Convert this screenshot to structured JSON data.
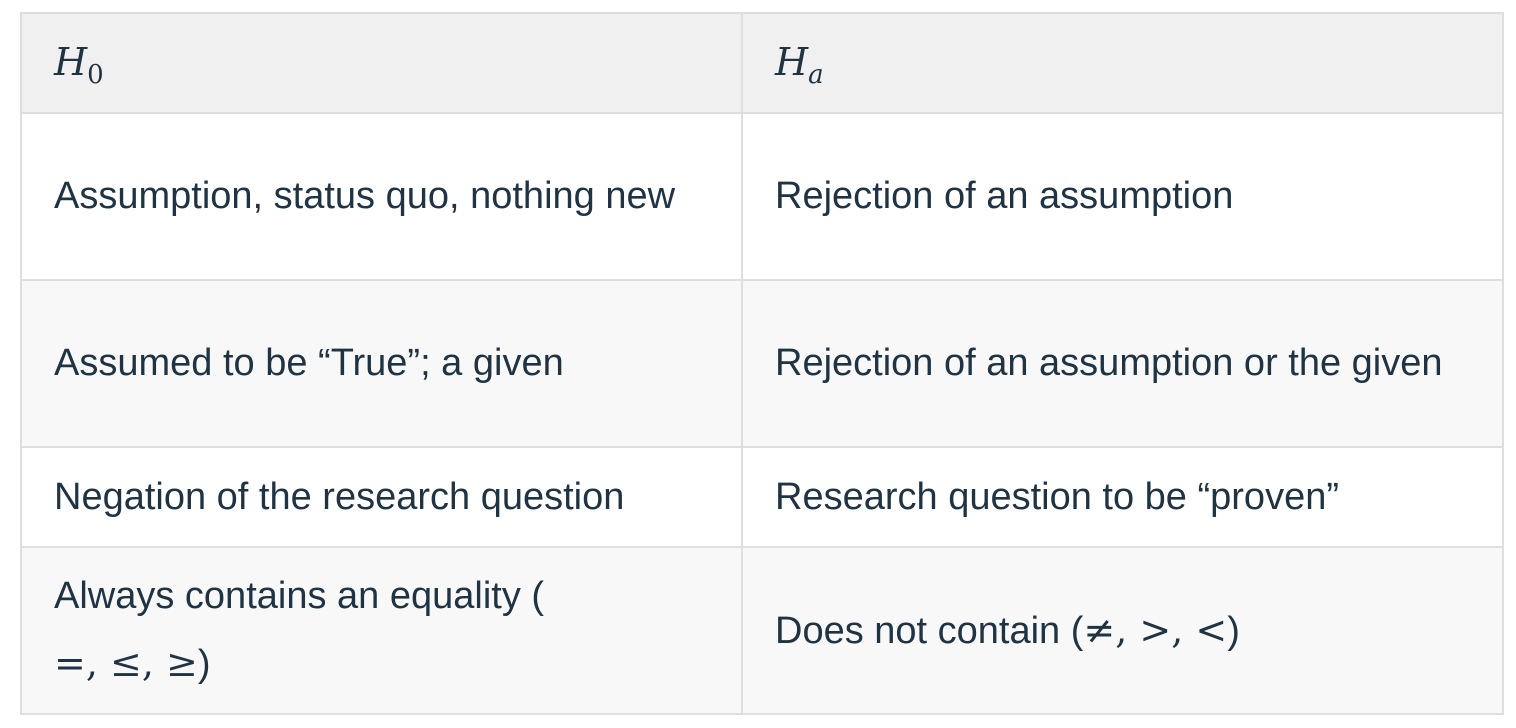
{
  "table": {
    "headers": {
      "h0": {
        "base": "H",
        "sub": "0"
      },
      "ha": {
        "base": "H",
        "sub": "a"
      }
    },
    "rows": [
      {
        "h0": "Assumption, status quo, nothing new",
        "ha": "Rejection of an assumption"
      },
      {
        "h0": "Assumed to be “True”; a given",
        "ha": "Rejection of an assumption or the given"
      },
      {
        "h0": "Negation of the research question",
        "ha": "Research question to be “proven”"
      },
      {
        "h0_prefix": "Always contains an equality (",
        "h0_symbols": "=, ≤, ≥",
        "h0_suffix": ")",
        "ha_prefix": "Does not contain (",
        "ha_symbols": "≠, >, <",
        "ha_suffix": ")"
      }
    ]
  }
}
